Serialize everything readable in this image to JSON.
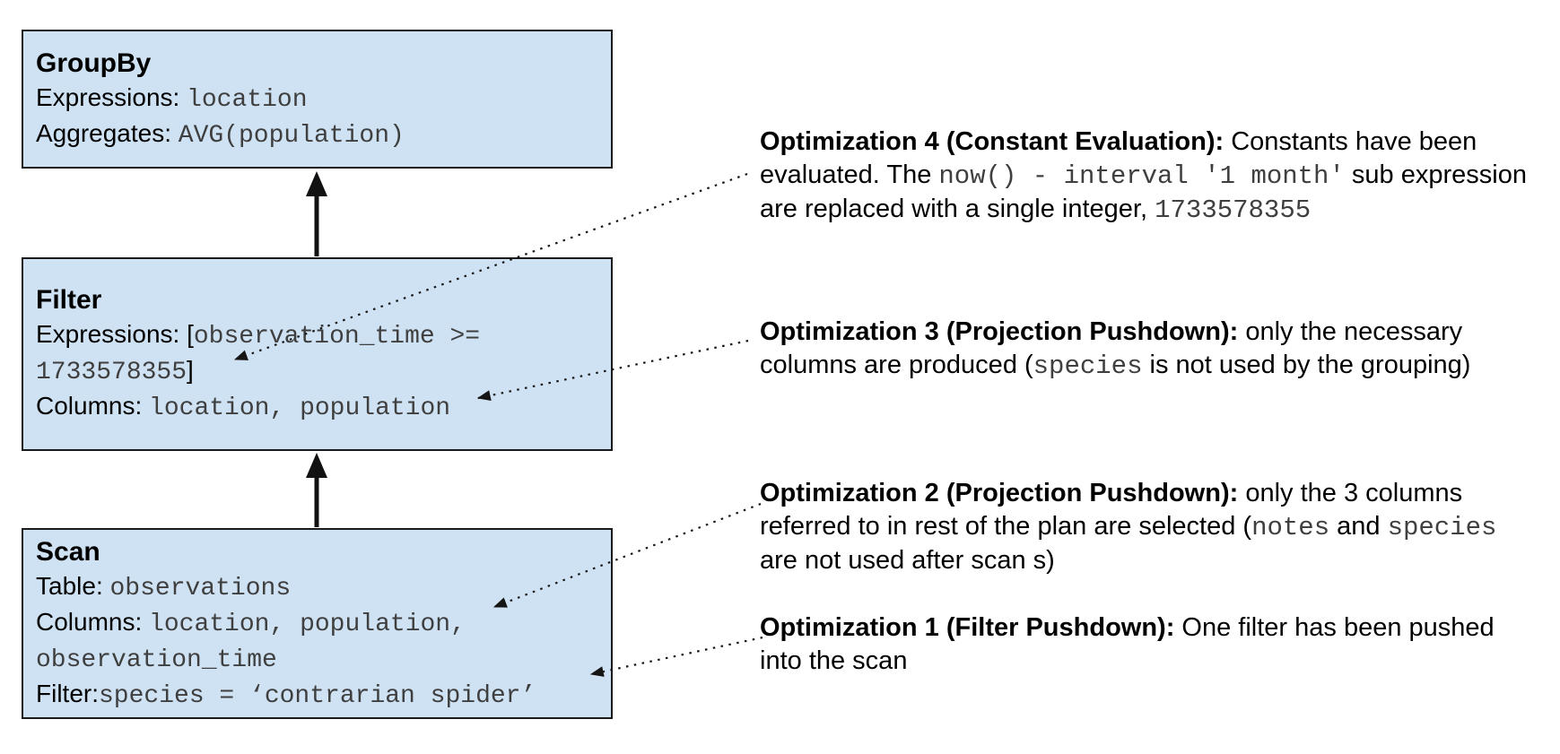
{
  "plan": {
    "groupby": {
      "title": "GroupBy",
      "expressions_label": "Expressions: ",
      "expressions_value": "location",
      "aggregates_label": "Aggregates: ",
      "aggregates_value": "AVG(population)"
    },
    "filter": {
      "title": "Filter",
      "expressions_label": "Expressions: [",
      "expressions_value_line1": "observation_time >=",
      "expressions_value_line2": "1733578355",
      "expressions_close_bracket": "]",
      "columns_label": "Columns: ",
      "columns_value": "location, population"
    },
    "scan": {
      "title": "Scan",
      "table_label": "Table: ",
      "table_value": "observations",
      "columns_label": "Columns: ",
      "columns_value_line1": "location, population,",
      "columns_value_line2": "observation_time",
      "filter_label": "Filter:",
      "filter_value": "species = ‘contrarian spider’"
    }
  },
  "annotations": {
    "opt4": {
      "title": "Optimization 4 (Constant Evaluation):",
      "t1": " Constants have been evaluated. The ",
      "c1": "now() - interval '1 month'",
      "t2": " sub expression are replaced with a single integer, ",
      "c2": "1733578355"
    },
    "opt3": {
      "title": "Optimization 3 (Projection Pushdown):",
      "t1": " only the necessary columns are produced (",
      "c1": "species",
      "t2": " is not used by the grouping)"
    },
    "opt2": {
      "title": "Optimization 2 (Projection Pushdown):",
      "t1": " only the 3 columns referred to in rest of the plan are selected (",
      "c1": "notes",
      "t2": " and ",
      "c2": "species",
      "t3": " are not used after scan s)"
    },
    "opt1": {
      "title": "Optimization 1 (Filter Pushdown):",
      "t1": " One filter has been pushed into the scan"
    }
  },
  "colors": {
    "node_fill": "#cfe2f3",
    "node_border": "#1a1a1a",
    "code_text": "#3f3f3f",
    "connector": "#151515"
  }
}
